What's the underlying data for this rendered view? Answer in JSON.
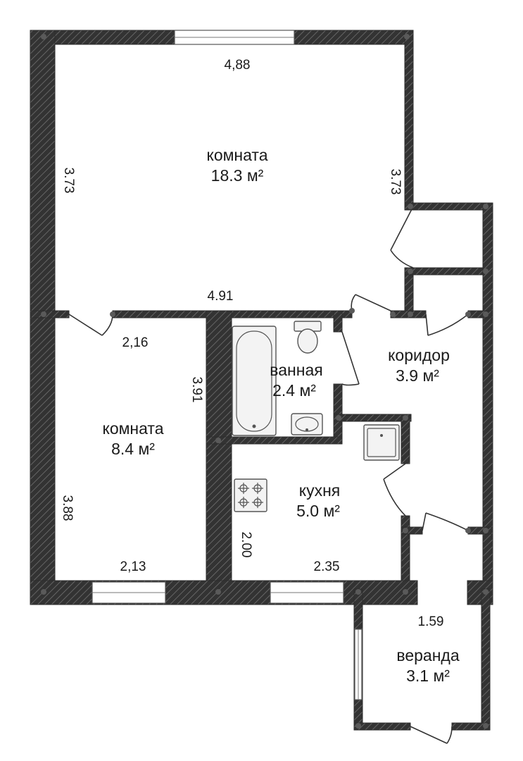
{
  "rooms": {
    "living_room": {
      "name": "комната",
      "area": "18.3 м²"
    },
    "small_room": {
      "name": "комната",
      "area": "8.4 м²"
    },
    "bathroom": {
      "name": "ванная",
      "area": "2.4 м²"
    },
    "corridor": {
      "name": "коридор",
      "area": "3.9 м²"
    },
    "kitchen": {
      "name": "кухня",
      "area": "5.0 м²"
    },
    "veranda": {
      "name": "веранда",
      "area": "3.1 м²"
    }
  },
  "dimensions": {
    "living_top": "4,88",
    "living_left": "3.73",
    "living_right": "3.73",
    "living_bottom": "4.91",
    "small_top": "2,16",
    "small_right": "3.91",
    "small_left": "3.88",
    "small_bottom": "2,13",
    "kitchen_left": "2.00",
    "kitchen_bottom": "2.35",
    "veranda_top": "1.59"
  },
  "colors": {
    "wall": "#3a3a3a",
    "hatch": "#6a6a6a",
    "background": "#ffffff"
  }
}
